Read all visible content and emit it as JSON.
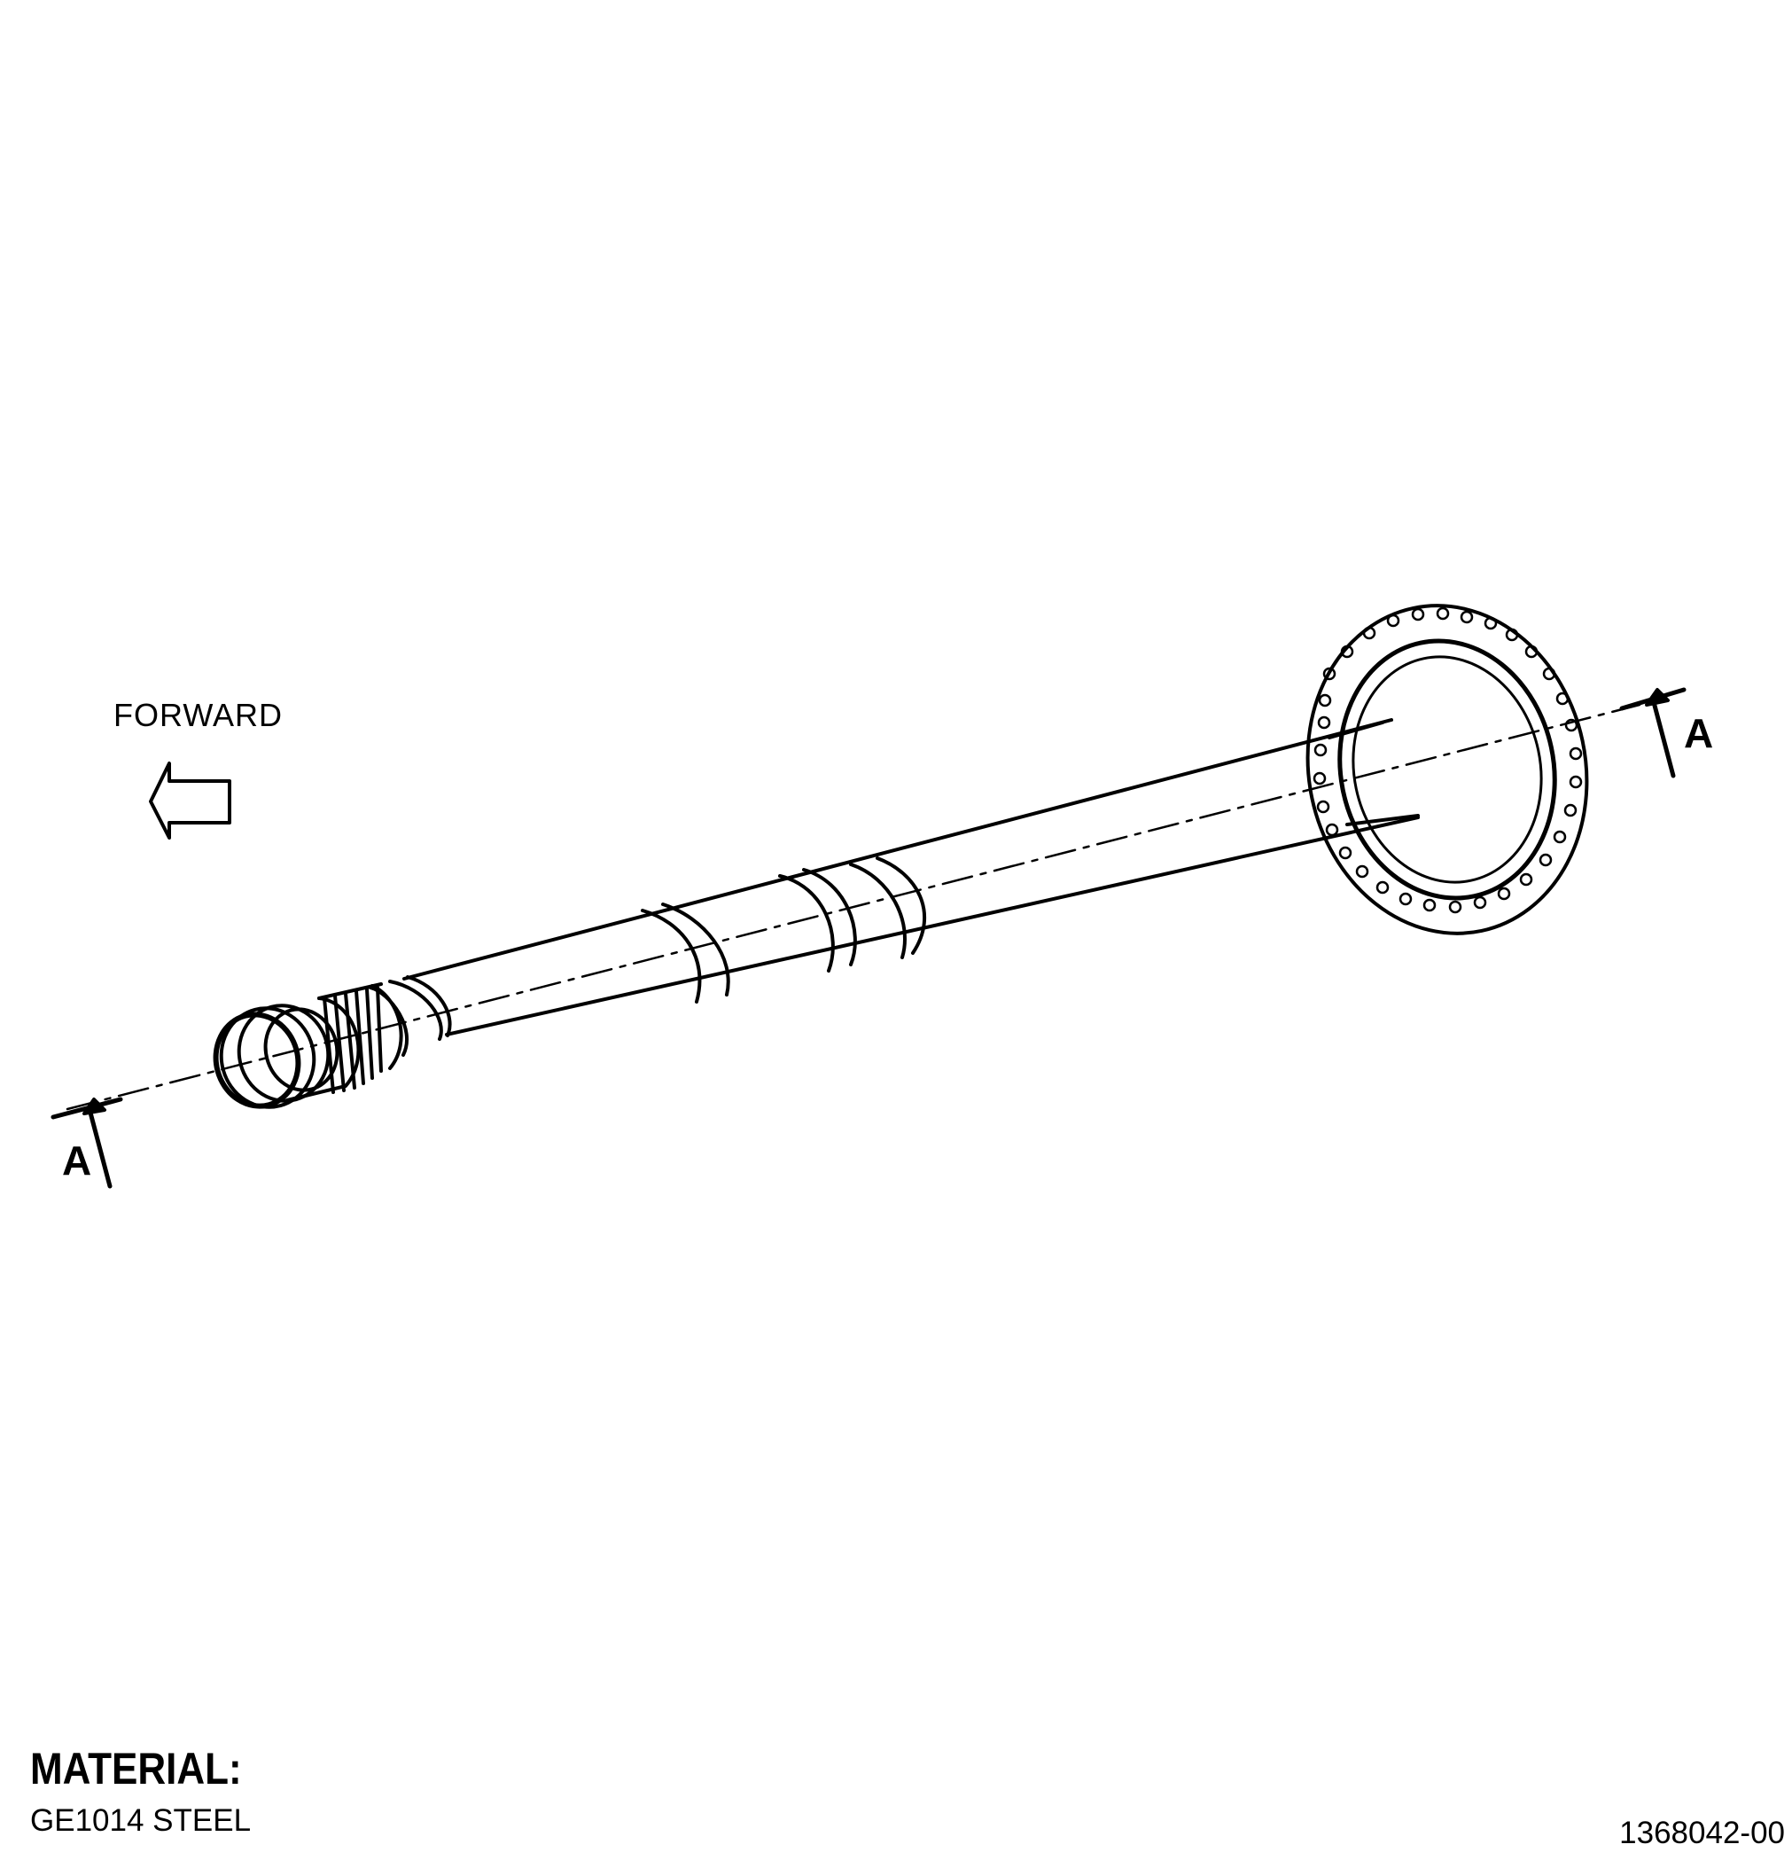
{
  "labels": {
    "forward": "FORWARD",
    "section_left": "A",
    "section_right": "A"
  },
  "material": {
    "heading": "MATERIAL:",
    "value": "GE1014 STEEL"
  },
  "figure_number": "1368042-00",
  "colors": {
    "line": "#000000",
    "background": "#ffffff"
  }
}
